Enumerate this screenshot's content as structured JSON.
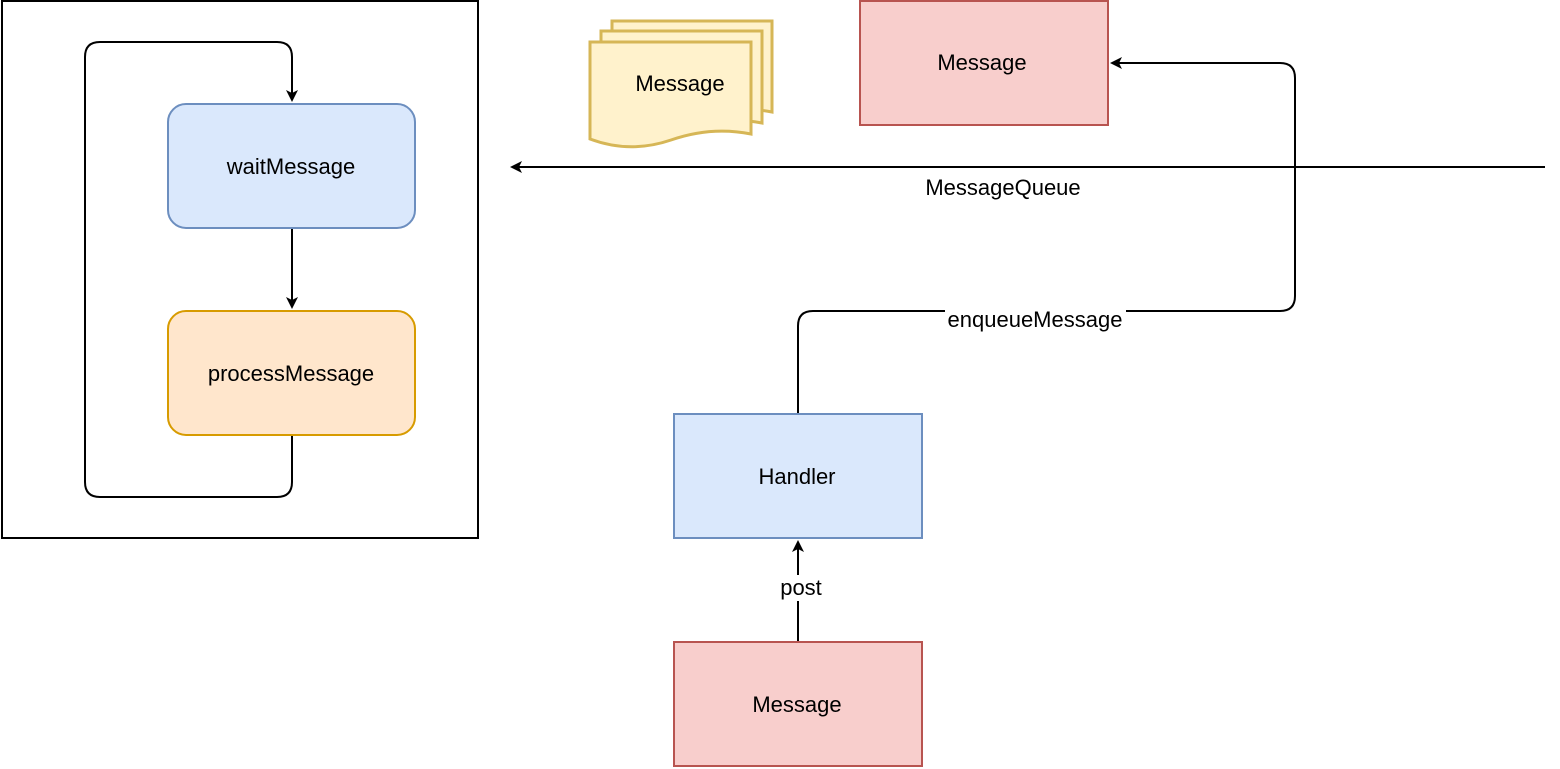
{
  "loop_frame": {
    "wait_label": "waitMessage",
    "process_label": "processMessage"
  },
  "message_stack": {
    "label": "Message"
  },
  "queued_message": {
    "label": "Message"
  },
  "message_queue": {
    "label": "MessageQueue"
  },
  "enqueue_edge": {
    "label": "enqueueMessage"
  },
  "handler": {
    "label": "Handler"
  },
  "post_edge": {
    "label": "post"
  },
  "new_message": {
    "label": "Message"
  },
  "colors": {
    "blue_fill": "#dae8fc",
    "blue_stroke": "#6c8ebf",
    "orange_fill": "#ffe6cc",
    "orange_stroke": "#d79b00",
    "red_fill": "#f8cecc",
    "red_stroke": "#b85450",
    "yellow_fill": "#fff2cc",
    "yellow_stroke": "#d6b656"
  }
}
